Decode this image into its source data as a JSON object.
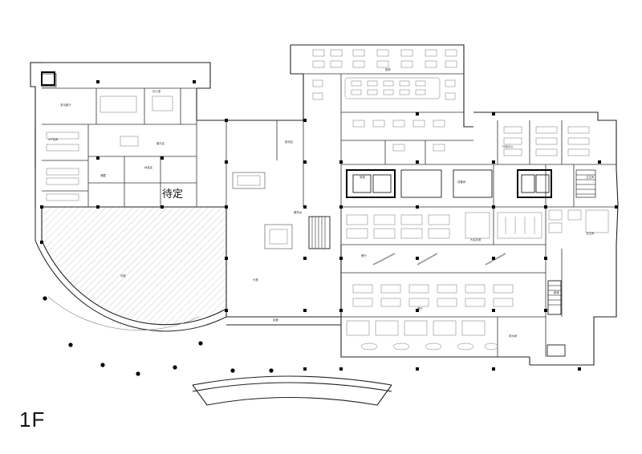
{
  "plan": {
    "floor_label": "1F",
    "tbd_label": "待定",
    "area_labels": {
      "atrium_left": "中庭",
      "hall": "大堂",
      "meeting_hall": "多功能厅",
      "office": "办公室",
      "reception": "接待区",
      "display": "展示区",
      "lobby_area": "休息区",
      "corridor": "走廊",
      "dining_left": "餐厅",
      "dining_right": "餐厅",
      "kitchen": "厨房",
      "vip": "VIP包间",
      "storage": "储藏",
      "lift": "电梯",
      "stair": "楼梯",
      "wc": "卫生间",
      "equip": "设备间",
      "service": "服务台",
      "admin": "行政办公",
      "big_room": "大会议室",
      "tea": "茶水间",
      "toilet_r": "卫生间"
    },
    "colors": {
      "line": "#222222",
      "light": "#9a9a9a",
      "column": "#000000",
      "hatch": "#b5b5b5"
    }
  }
}
